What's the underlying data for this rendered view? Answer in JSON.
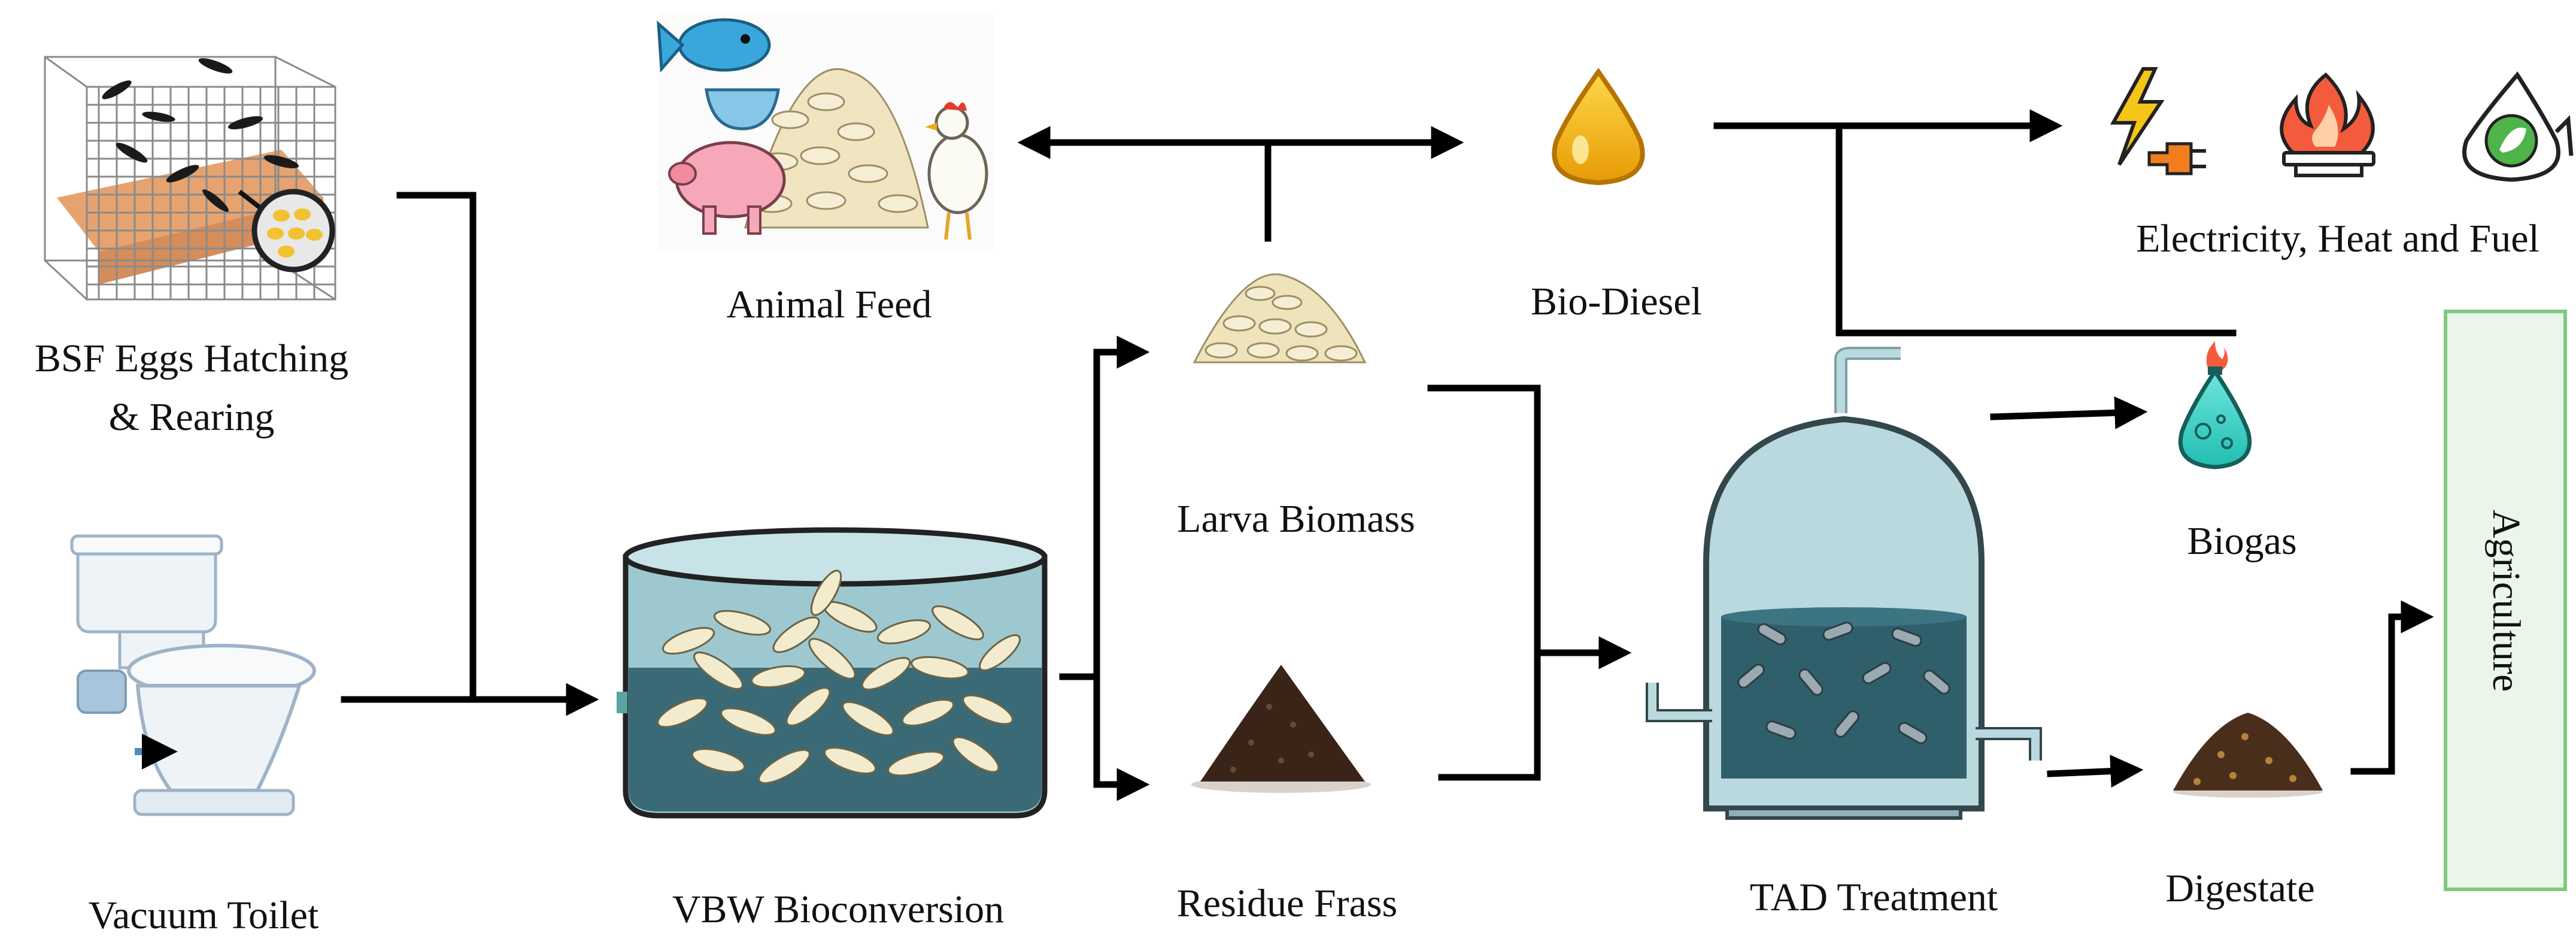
{
  "labels": {
    "bsf_line1": "BSF Eggs Hatching",
    "bsf_line2": "& Rearing",
    "vacuum_toilet": "Vacuum Toilet",
    "vbw": "VBW Bioconversion",
    "animal_feed": "Animal Feed",
    "larva_biomass": "Larva Biomass",
    "residue_frass": "Residue Frass",
    "bio_diesel": "Bio-Diesel",
    "energy": "Electricity, Heat and Fuel",
    "biogas": "Biogas",
    "tad": "TAD Treatment",
    "digestate": "Digestate",
    "agriculture": "Agriculture"
  },
  "icons": {
    "bsf": "fly-cage-icon",
    "toilet": "toilet-icon",
    "tank": "larvae-tank-icon",
    "feed": "animal-feed-icon",
    "larva": "larva-pile-icon",
    "frass": "frass-pile-icon",
    "diesel": "oil-drop-icon",
    "electricity": "lightning-plug-icon",
    "heat": "flame-burner-icon",
    "fuel": "fuel-drop-icon",
    "biogas": "gas-bag-icon",
    "tad": "digester-tank-icon",
    "digestate": "digestate-pile-icon"
  },
  "colors": {
    "agriculture_fill": "#e9f6e9",
    "agriculture_border": "#7fc97f",
    "diesel": "#f5b40a",
    "biogas": "#3fd3c8",
    "water": "#2f5f6b",
    "tank_glass": "#b9d9de"
  }
}
